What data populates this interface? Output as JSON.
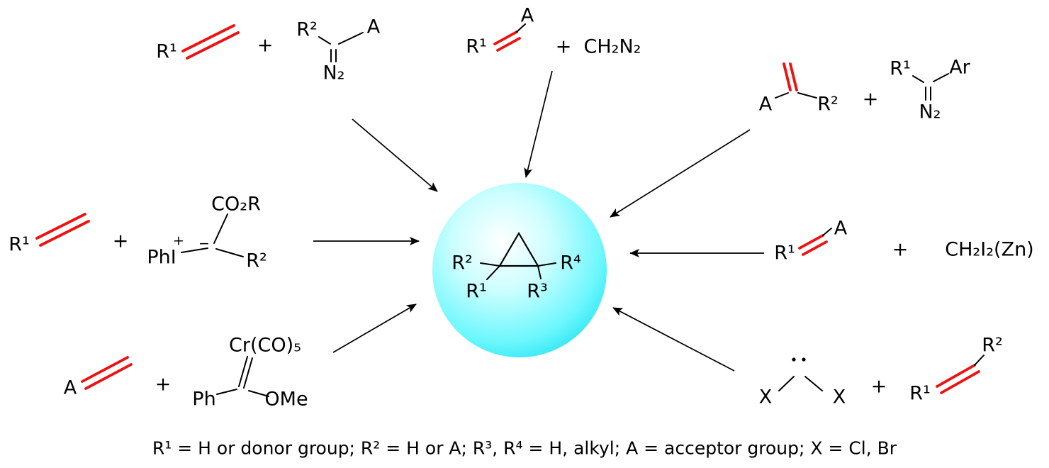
{
  "figure": {
    "caption": "R¹ = H or donor group; R² = H or A;  R³, R⁴ = H, alkyl; A = acceptor group; X = Cl, Br"
  },
  "colors": {
    "bond_red": "#ee1111",
    "sphere_cyan": "#0fdcef",
    "text": "#000000"
  },
  "symbols": {
    "plus": "+",
    "minus": "−"
  },
  "product": {
    "r2": "R²",
    "r4": "R⁴",
    "r1": "R¹",
    "r3": "R³"
  },
  "routes": {
    "top_left": {
      "r1": "R¹",
      "r2": "R²",
      "a": "A",
      "n2": "N₂"
    },
    "top_center": {
      "a": "A",
      "r1": "R¹",
      "reagent": "CH₂N₂"
    },
    "top_right": {
      "a": "A",
      "r2": "R²",
      "r1": "R¹",
      "ar": "Ar",
      "n2": "N₂"
    },
    "mid_left": {
      "r1": "R¹",
      "co2r": "CO₂R",
      "phi": "PhI",
      "r2": "R²"
    },
    "mid_right": {
      "r1": "R¹",
      "a": "A",
      "reagent": "CH₂I₂(Zn)"
    },
    "bottom_left": {
      "a": "A",
      "cr": "Cr(CO)₅",
      "ph": "Ph",
      "ome": "OMe"
    },
    "bottom_right": {
      "x1": "X",
      "x2": "X",
      "r1": "R¹",
      "r2": "R²"
    }
  }
}
